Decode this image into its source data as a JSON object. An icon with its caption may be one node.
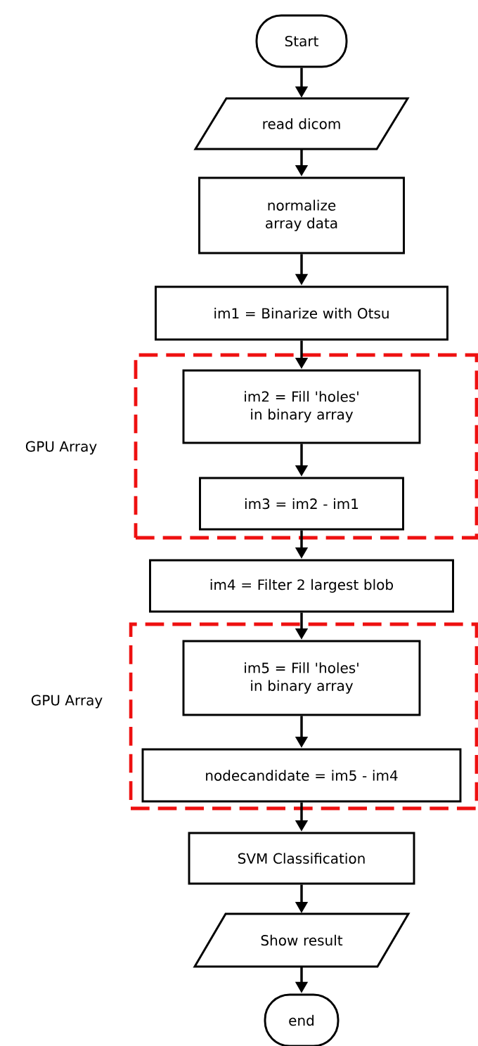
{
  "diagram": {
    "nodes": [
      {
        "text": [
          "Start"
        ]
      },
      {
        "text": [
          "read dicom"
        ]
      },
      {
        "text": [
          "normalize array data"
        ]
      },
      {
        "text": [
          "im1 = Binarize with Otsu"
        ]
      },
      {
        "text": [
          "GPU Array"
        ]
      },
      {
        "text": [
          "im2 = Fill 'holes' in binary array"
        ],
        "in": 4
      },
      {
        "text": [
          "im3 = im2 - im1"
        ],
        "in": 4
      },
      {
        "text": [
          "im4 = Filter 2 largest blob"
        ]
      },
      {
        "text": [
          "GPU Array"
        ]
      },
      {
        "text": [
          "im5 = Fill 'holes' in binary array"
        ],
        "in": 8
      },
      {
        "text": [
          "nodecandidate = im5 - im4"
        ],
        "in": 8
      },
      {
        "text": [
          "SVM Classification"
        ]
      },
      {
        "text": [
          "Show result"
        ]
      },
      {
        "text": [
          "end"
        ]
      }
    ],
    "edges": [
      {
        "from": 0,
        "to": 1,
        "arrow": "to"
      },
      {
        "from": 1,
        "to": 2,
        "arrow": "to"
      },
      {
        "from": 2,
        "to": 3,
        "arrow": "to"
      },
      {
        "from": 3,
        "to": 5,
        "arrow": "to"
      },
      {
        "from": 5,
        "to": 6,
        "arrow": "to"
      },
      {
        "from": 6,
        "to": 7,
        "arrow": "to"
      },
      {
        "from": 7,
        "to": 9,
        "arrow": "to"
      },
      {
        "from": 9,
        "to": 10,
        "arrow": "to"
      },
      {
        "from": 10,
        "to": 11,
        "arrow": "to"
      },
      {
        "from": 11,
        "to": 12,
        "arrow": "to"
      },
      {
        "from": 12,
        "to": 13,
        "arrow": "to"
      }
    ]
  }
}
